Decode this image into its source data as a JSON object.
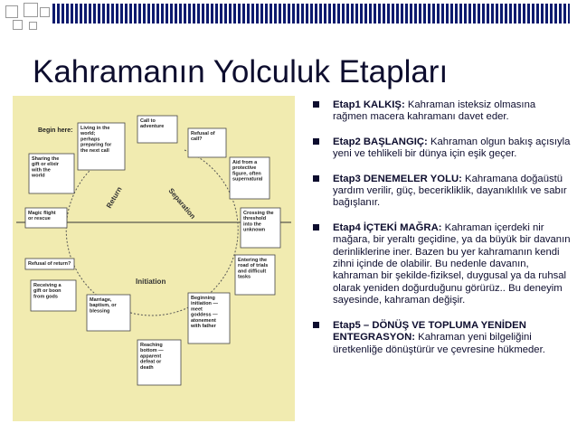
{
  "slide": {
    "title": "Kahramanın Yolculuk Etapları"
  },
  "diagram": {
    "begin_label": "Begin here:",
    "center_labels": {
      "return": "Return",
      "separation": "Separation",
      "initiation": "Initiation"
    },
    "boxes": [
      {
        "lines": [
          "Call to",
          "adventure"
        ]
      },
      {
        "lines": [
          "Refusal of",
          "call?"
        ]
      },
      {
        "lines": [
          "Aid from a",
          "protective",
          "figure, often",
          "supernatural"
        ]
      },
      {
        "lines": [
          "Crossing the",
          "threshold",
          "into the",
          "unknown"
        ]
      },
      {
        "lines": [
          "Entering the",
          "road of trials",
          "and difficult",
          "tasks"
        ]
      },
      {
        "lines": [
          "Beginning",
          "initiation —",
          "meet",
          "goddess —",
          "atonement",
          "with father"
        ]
      },
      {
        "lines": [
          "Reaching",
          "bottom —",
          "apparent",
          "defeat or",
          "death"
        ]
      },
      {
        "lines": [
          "Marriage,",
          "baptism, or",
          "blessing"
        ]
      },
      {
        "lines": [
          "Receiving a",
          "gift or boon",
          "from gods"
        ]
      },
      {
        "lines": [
          "Refusal of return?"
        ]
      },
      {
        "lines": [
          "Magic flight",
          "or rescue"
        ]
      },
      {
        "lines": [
          "Sharing the",
          "gift or elixir",
          "with the",
          "world"
        ]
      },
      {
        "lines": [
          "Living in the",
          "world;",
          "perhaps",
          "preparing for",
          "the next call"
        ]
      }
    ]
  },
  "bullets": [
    {
      "head": "Etap1 KALKIŞ:",
      "text": " Kahraman isteksiz olmasına rağmen macera kahramanı davet eder."
    },
    {
      "head": "Etap2 BAŞLANGIÇ:",
      "text": " Kahraman olgun bakış açısıyla yeni ve tehlikeli bir dünya için eşik geçer."
    },
    {
      "head": "Etap3 DENEMELER YOLU:",
      "text": " Kahramana doğaüstü yardım verilir, güç, becerikliklik, dayanıklılık ve sabır bağışlanır."
    },
    {
      "head": "Etap4 İÇTEKİ MAĞRA:",
      "text": " Kahraman içerdeki nir mağara, bir yeraltı geçidine, ya da büyük bir davanın derinliklerine iner. Bazen bu yer kahramanın kendi zihni içinde de olabilir. Bu nedenle davanın, kahraman bir şekilde-fiziksel, duygusal ya da ruhsal olarak yeniden doğurduğunu görürüz.. Bu deneyim sayesinde, kahraman değişir."
    },
    {
      "head": "Etap5 – DÖNÜŞ VE TOPLUMA YENİDEN ENTEGRASYON:",
      "text": " Kahraman yeni bilgeliğini üretkenliğe dönüştürür ve çevresine hükmeder."
    }
  ],
  "colors": {
    "accent": "#0c1a6e",
    "text": "#0d0d2e",
    "figure_bg": "#f1ebb0"
  }
}
